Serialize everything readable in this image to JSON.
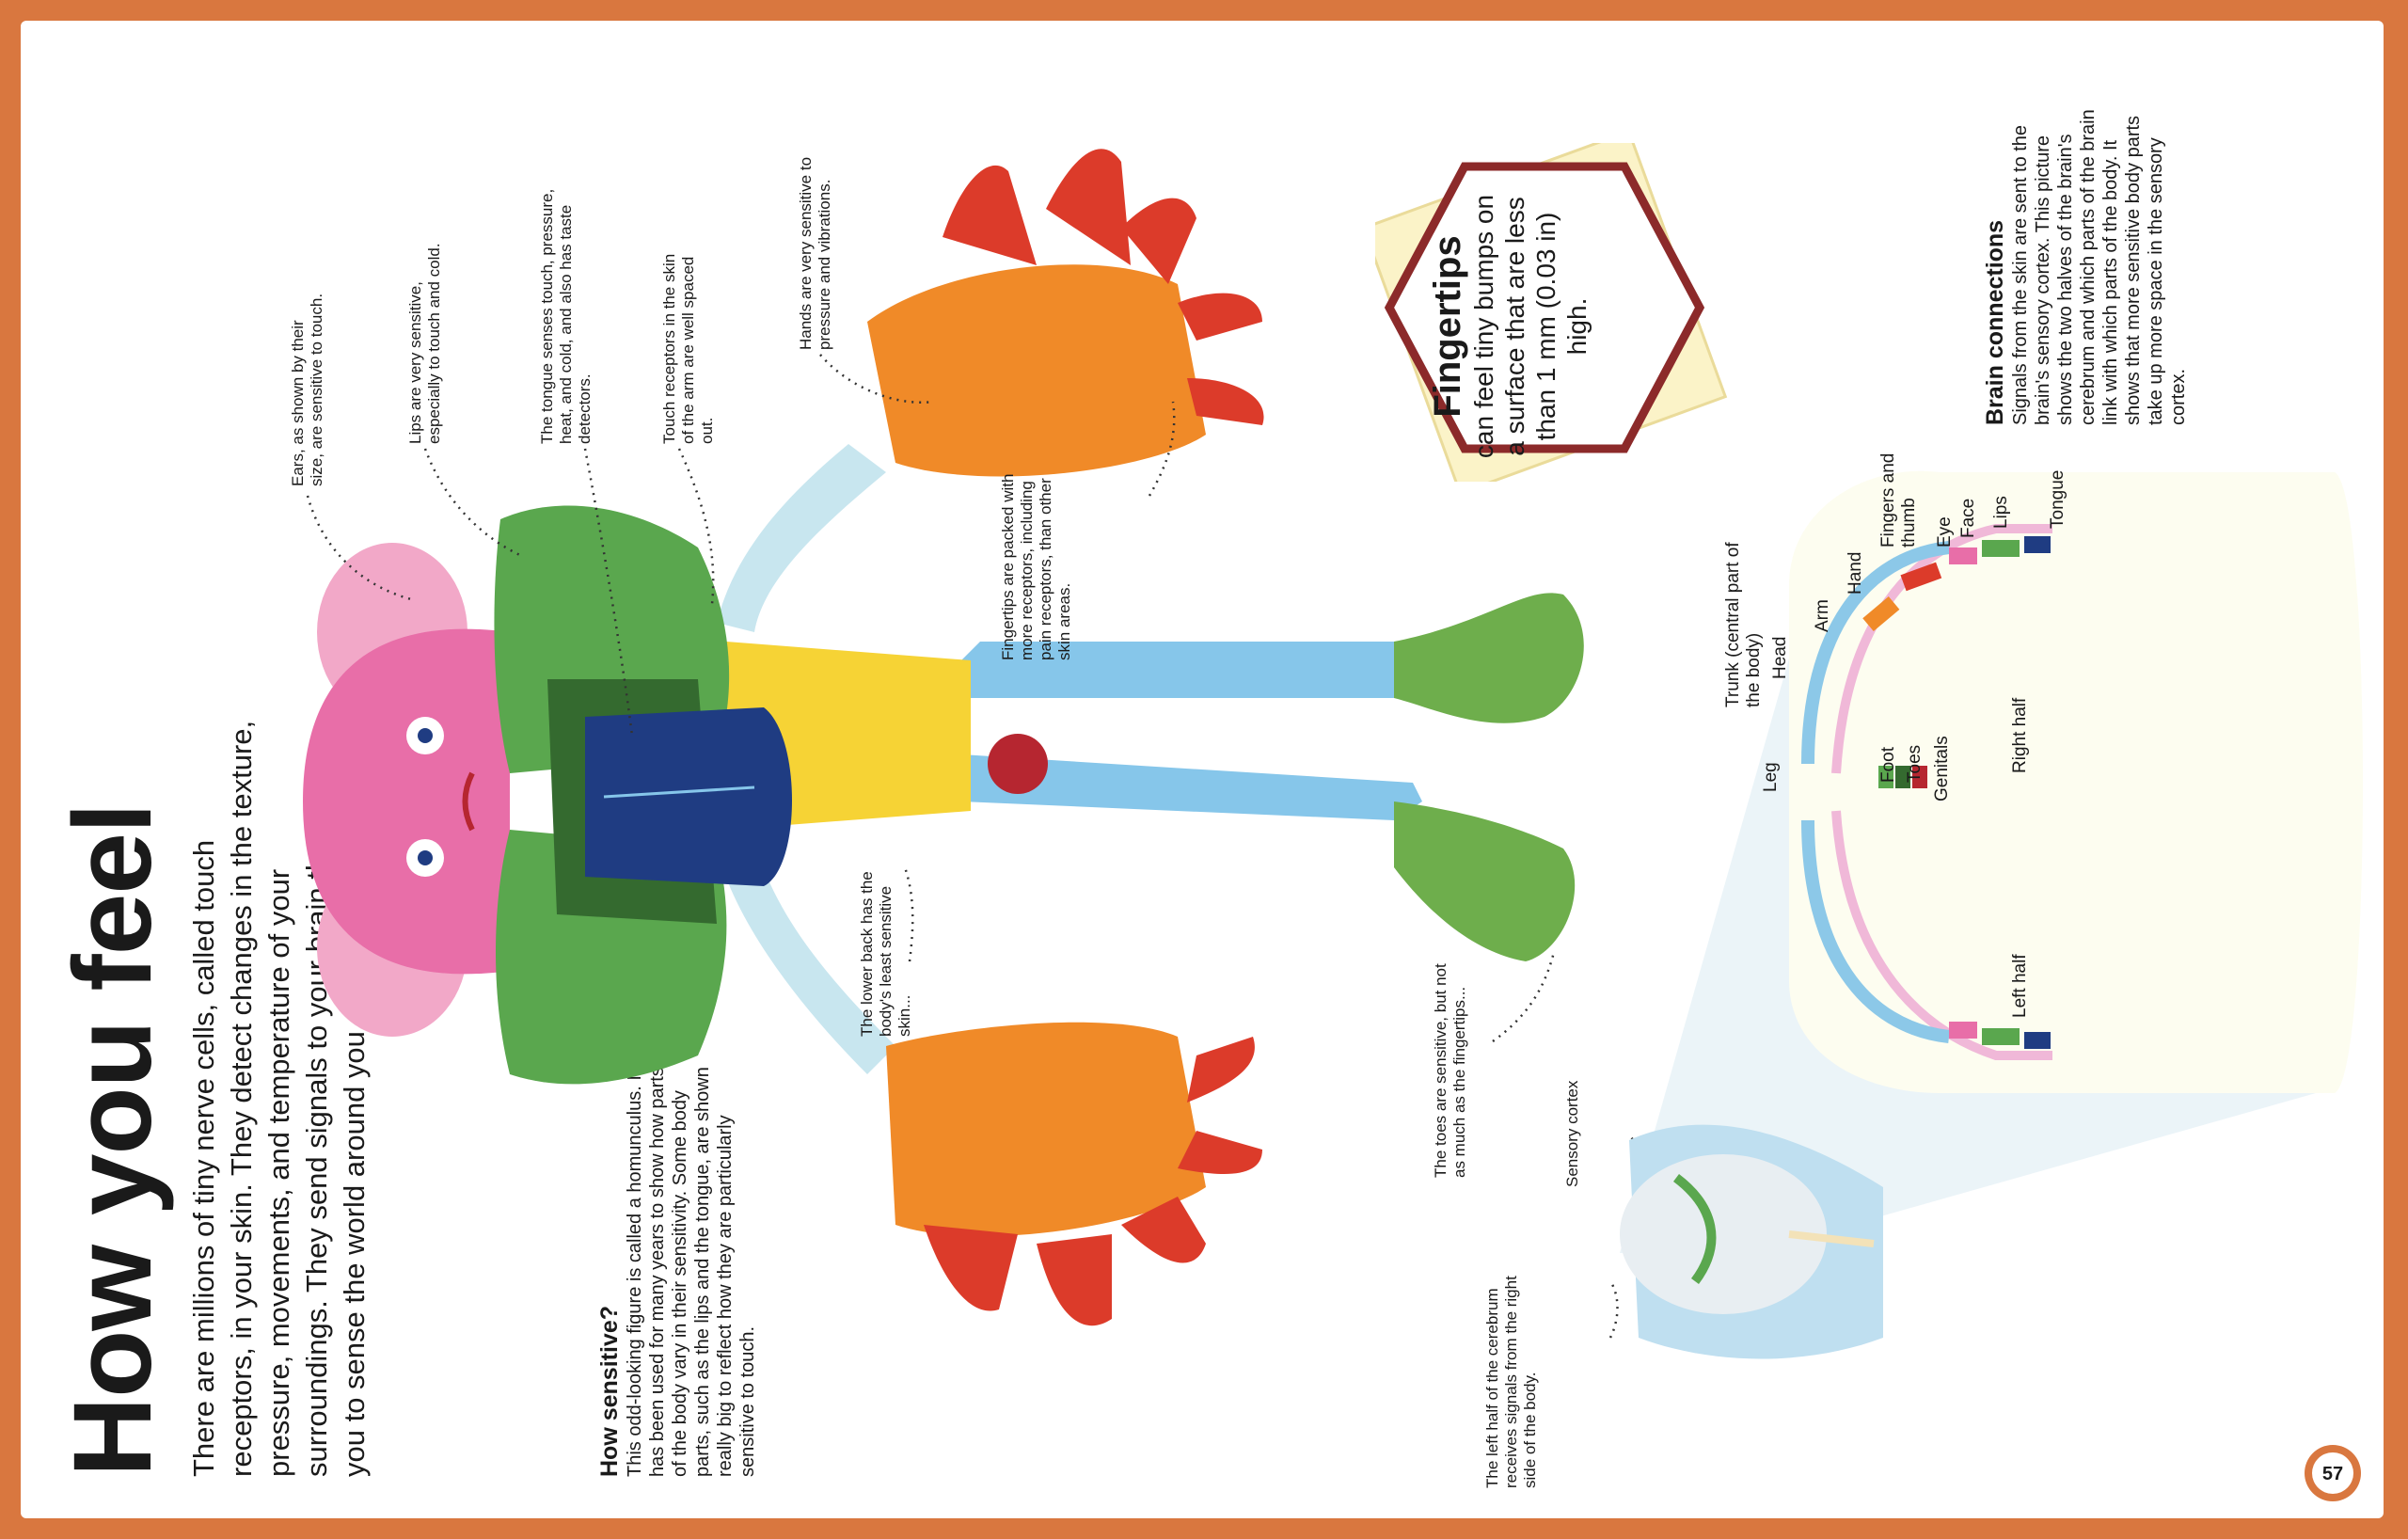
{
  "page": {
    "title": "How you feel",
    "intro": "There are millions of tiny nerve cells, called touch receptors, in your skin. They detect changes in the texture, pressure, movements, and temperature of your surroundings. They send signals to your brain that allow you to sense the world around you.",
    "page_number": "57"
  },
  "how_sensitive": {
    "heading": "How sensitive?",
    "text": "This odd-looking figure is called a homunculus. It has been used for many years to show how parts of the body vary in their sensitivity. Some body parts, such as the lips and the tongue, are shown really big to reflect how they are particularly sensitive to touch."
  },
  "labels": {
    "ears": "Ears, as shown by their size, are sensitive to touch.",
    "lips": "Lips are very sensitive, especially to touch and cold.",
    "tongue": "The tongue senses touch, pressure, heat, and cold, and also has taste detectors.",
    "arm": "Touch receptors in the skin of the arm are well spaced out.",
    "hands": "Hands are very sensitive to pressure and vibrations.",
    "fingertips": "Fingertips are packed with more receptors, including pain receptors, than other skin areas.",
    "lower_back": "The lower back has the body's least sensitive skin...",
    "toes": "The toes are sensitive, but not as much as the fingertips...",
    "sensory_cortex": "Sensory cortex",
    "left_half_cerebrum": "The left half of the cerebrum receives signals from the right side of the body."
  },
  "fact_box": {
    "title": "Fingertips",
    "text": "can feel tiny bumps on a surface that are less than 1 mm (0.03 in) high."
  },
  "brain_connections": {
    "heading": "Brain connections",
    "text": "Signals from the skin are sent to the brain's sensory cortex. This picture shows the two halves of the brain's cerebrum and which parts of the brain link with which parts of the body. It shows that more sensitive body parts take up more space in the sensory cortex."
  },
  "cortex_labels": {
    "tongue": "Tongue",
    "lips": "Lips",
    "face": "Face",
    "eye": "Eye",
    "fingers_and_thumb": "Fingers and thumb",
    "hand": "Hand",
    "arm": "Arm",
    "head": "Head",
    "trunk": "Trunk (central part of the body)",
    "leg": "Leg",
    "foot": "Foot",
    "toes": "Toes",
    "genitals": "Genitals",
    "right_half": "Right half",
    "left_half": "Left half"
  },
  "colors": {
    "background_border": "#d9773f",
    "skin_pink": "#e86ea8",
    "lip_green": "#5aa74e",
    "tongue_blue": "#1f3c82",
    "hand_orange": "#f08a28",
    "finger_red": "#dc3b2a",
    "torso_yellow": "#f6d335",
    "leg_blue": "#86c6ea",
    "arm_light_blue": "#c8e6ef",
    "foot_green": "#6eae4c"
  }
}
